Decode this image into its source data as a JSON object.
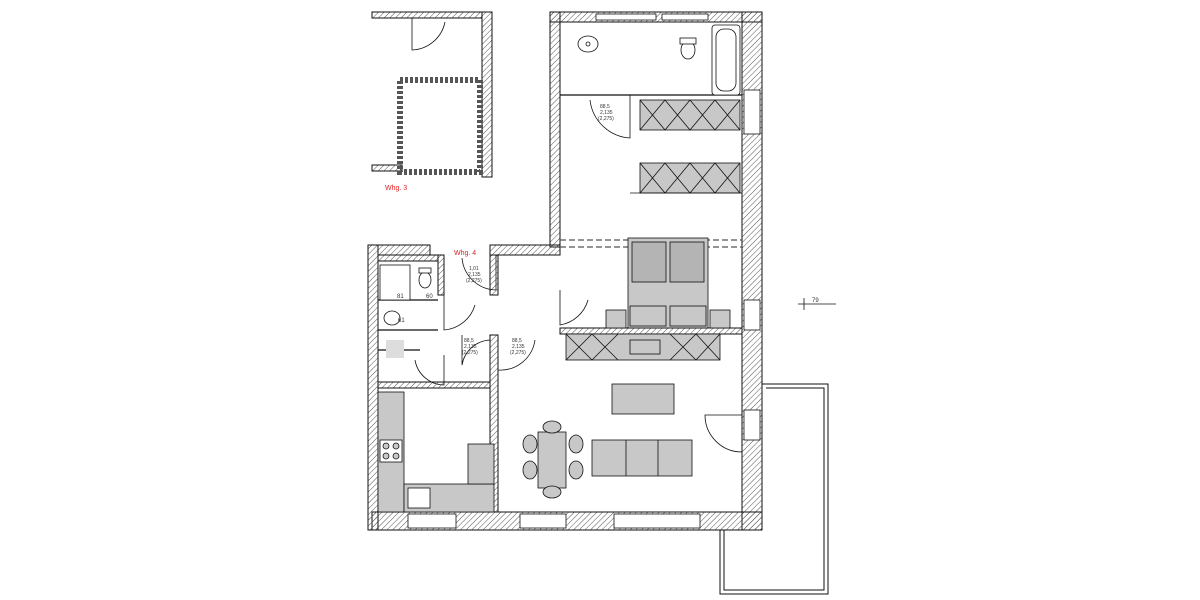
{
  "apartments": {
    "unit_3": "Whg. 3",
    "unit_4": "Whg. 4"
  },
  "door_tags": {
    "bath_top": [
      "88,5",
      "2,135",
      "(2,275)"
    ],
    "hall_small": [
      "1,01",
      "2,135",
      "(2,275)"
    ],
    "hall_left": [
      "88,5",
      "2,135",
      "(2,275)"
    ],
    "living": [
      "88,5",
      "2,135",
      "(2,275)"
    ]
  },
  "dimensions": {
    "d60": "60",
    "d81": "81",
    "d61": "61"
  },
  "elevation_mark": "79",
  "colors": {
    "wall": "#111111",
    "hatch": "#555555",
    "furniture_fill": "#c8c8c8",
    "label_red": "#dd2222"
  }
}
